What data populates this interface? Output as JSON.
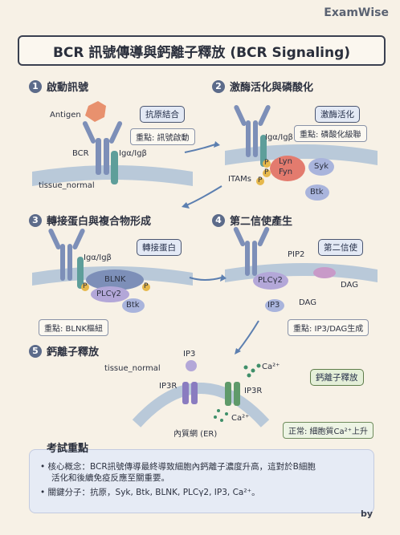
{
  "brand": "ExamWise",
  "title": "BCR 訊號傳導與鈣離子釋放 (BCR Signaling)",
  "sections": [
    {
      "num": "1",
      "title": "啟動訊號"
    },
    {
      "num": "2",
      "title": "激酶活化與磷酸化"
    },
    {
      "num": "3",
      "title": "轉接蛋白與複合物形成"
    },
    {
      "num": "4",
      "title": "第二信使產生"
    },
    {
      "num": "5",
      "title": "鈣離子釋放"
    }
  ],
  "panel1": {
    "tag": "抗原結合",
    "note": "重點: 訊號啟動",
    "antigen": "Antigen",
    "bcr": "BCR",
    "iga": "Igα/Igβ",
    "tissue": "tissue_normal"
  },
  "panel2": {
    "tag": "激酶活化",
    "note": "重點: 磷酸化級聯",
    "iga": "Igα/Igβ",
    "itams": "ITAMs",
    "lyn": "Lyn",
    "fyn": "Fyn",
    "syk": "Syk",
    "btk": "Btk",
    "p": "P"
  },
  "panel3": {
    "tag": "轉接蛋白",
    "note": "重點: BLNK樞紐",
    "iga": "Igα/Igβ",
    "blnk": "BLNK",
    "plc": "PLCγ2",
    "btk": "Btk",
    "p": "P"
  },
  "panel4": {
    "tag": "第二信使",
    "note": "重點: IP3/DAG生成",
    "pip2": "PIP2",
    "plc": "PLCγ2",
    "ip3": "IP3",
    "dag": "DAG"
  },
  "panel5": {
    "tag": "鈣離子釋放",
    "note": "正常: 細胞質Ca²⁺上升",
    "tissue": "tissue_normal",
    "ip3": "IP3",
    "ip3r_left": "IP3R",
    "ip3r_right": "IP3R",
    "ca1": "Ca²⁺",
    "ca2": "Ca²⁺",
    "er": "內質網 (ER)"
  },
  "exam": {
    "title": "考試重點",
    "line1": "• 核心概念：BCR訊號傳導最終導致細胞內鈣離子濃度升高，這對於B細胞",
    "line2": "活化和後續免疫反應至關重要。",
    "line3": "• 關鍵分子：抗原，Syk, Btk, BLNK, PLCγ2, IP3, Ca²⁺。"
  },
  "byline": "by",
  "colors": {
    "membrane": "#a9bfd6",
    "bcr": "#7d8fb8",
    "iga": "#5e9e9a",
    "antigen": "#e8916e",
    "kinase": "#e37b6e",
    "syk": "#a9b4dc",
    "phospho": "#e6b84c",
    "er": "#8fb18a",
    "arrow": "#5c7fb0"
  }
}
